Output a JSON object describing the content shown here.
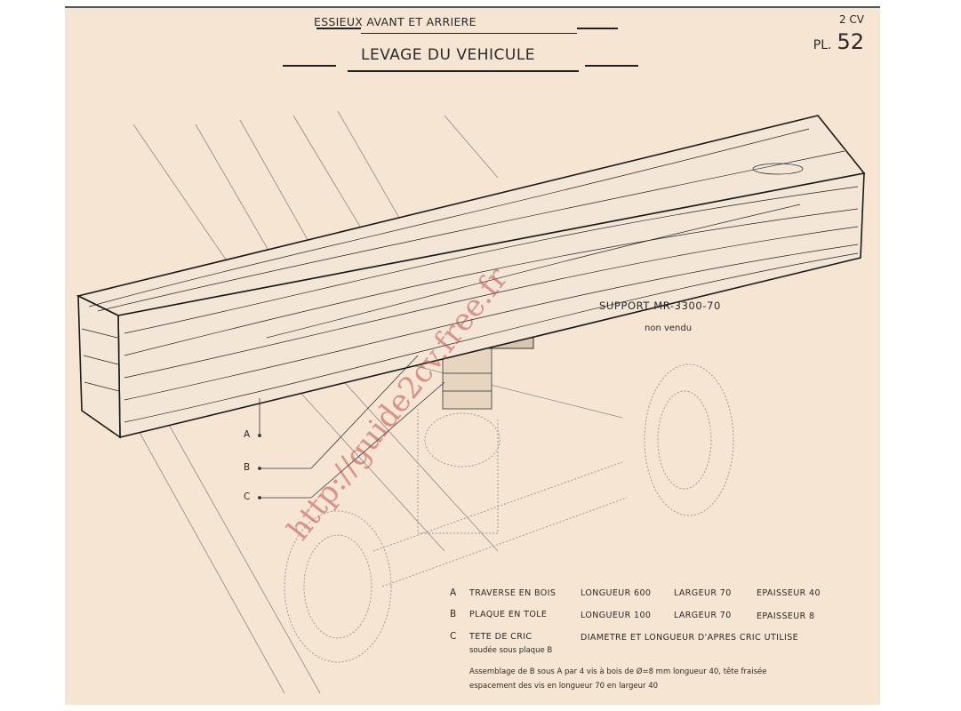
{
  "header": {
    "section": "ESSIEUX AVANT ET ARRIERE",
    "title": "LEVAGE DU VEHICULE",
    "model": "2 CV",
    "plate_prefix": "PL.",
    "plate_number": "52"
  },
  "support": {
    "name": "SUPPORT MR-3300-70",
    "note": "non vendu"
  },
  "callouts": [
    "A",
    "B",
    "C"
  ],
  "parts": [
    {
      "letter": "A",
      "name": "TRAVERSE EN BOIS",
      "dim1": "LONGUEUR 600",
      "dim2": "LARGEUR 70",
      "dim3": "EPAISSEUR 40"
    },
    {
      "letter": "B",
      "name": "PLAQUE EN TOLE",
      "dim1": "LONGUEUR 100",
      "dim2": "LARGEUR 70",
      "dim3": "EPAISSEUR 8"
    },
    {
      "letter": "C",
      "name": "TETE DE CRIC",
      "dim1": "DIAMETRE ET LONGUEUR D'APRES CRIC UTILISE",
      "sub": "soudée sous plaque B"
    }
  ],
  "assembly_note": {
    "line1": "Assemblage de B sous A par 4 vis à bois de Ø=8 mm longueur 40, tête fraisée",
    "line2": "espacement des vis en longueur 70 en largeur 40"
  },
  "watermark": "http://guide2cv.free.fr"
}
